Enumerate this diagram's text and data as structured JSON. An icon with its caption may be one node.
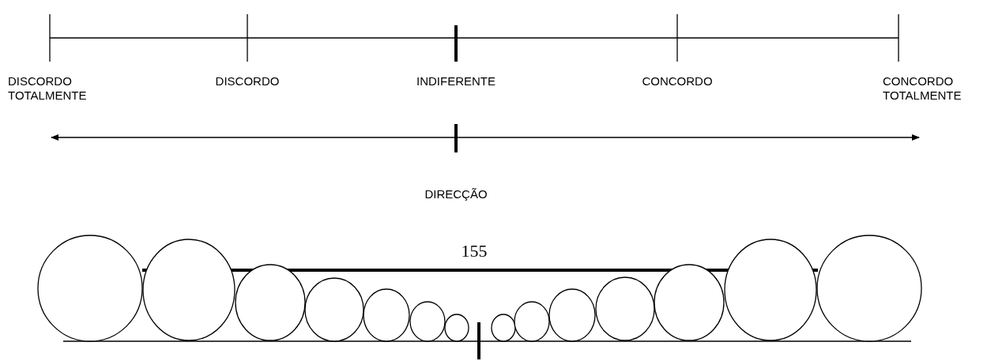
{
  "diagram": {
    "labels": [
      "DISCORDO TOTALMENTE",
      "DISCORDO",
      "INDIFERENTE",
      "CONCORDO",
      "CONCORDO TOTALMENTE",
      "DIRECÇÃO",
      "155"
    ]
  }
}
